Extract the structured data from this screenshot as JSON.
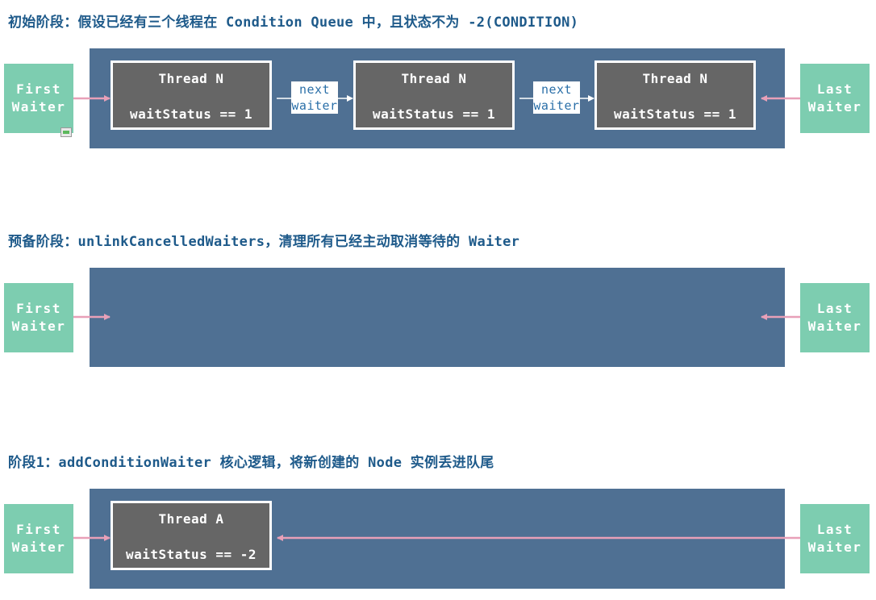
{
  "sections": [
    {
      "heading": "初始阶段：假设已经有三个线程在 Condition Queue 中，且状态不为 -2(CONDITION)",
      "first_waiter": {
        "line1": "First",
        "line2": "Waiter"
      },
      "last_waiter": {
        "line1": "Last",
        "line2": "Waiter"
      },
      "nodes": [
        {
          "title": "Thread N",
          "status": "waitStatus == 1"
        },
        {
          "title": "Thread N",
          "status": "waitStatus == 1"
        },
        {
          "title": "Thread N",
          "status": "waitStatus == 1"
        }
      ],
      "links": [
        {
          "line1": "next",
          "line2": "waiter"
        },
        {
          "line1": "next",
          "line2": "waiter"
        }
      ]
    },
    {
      "heading": "预备阶段：unlinkCancelledWaiters，清理所有已经主动取消等待的 Waiter",
      "first_waiter": {
        "line1": "First",
        "line2": "Waiter"
      },
      "last_waiter": {
        "line1": "Last",
        "line2": "Waiter"
      }
    },
    {
      "heading": "阶段1：addConditionWaiter 核心逻辑，将新创建的 Node 实例丢进队尾",
      "first_waiter": {
        "line1": "First",
        "line2": "Waiter"
      },
      "last_waiter": {
        "line1": "Last",
        "line2": "Waiter"
      },
      "nodes": [
        {
          "title": "Thread A",
          "status": "waitStatus == -2"
        }
      ]
    }
  ],
  "colors": {
    "heading": "#1e5a8a",
    "panel": "#4f7093",
    "waiter_box": "#7dcdb0",
    "node": "#666666",
    "pointer_arrow": "#e8a0b8",
    "link_arrow": "#ffffff"
  }
}
